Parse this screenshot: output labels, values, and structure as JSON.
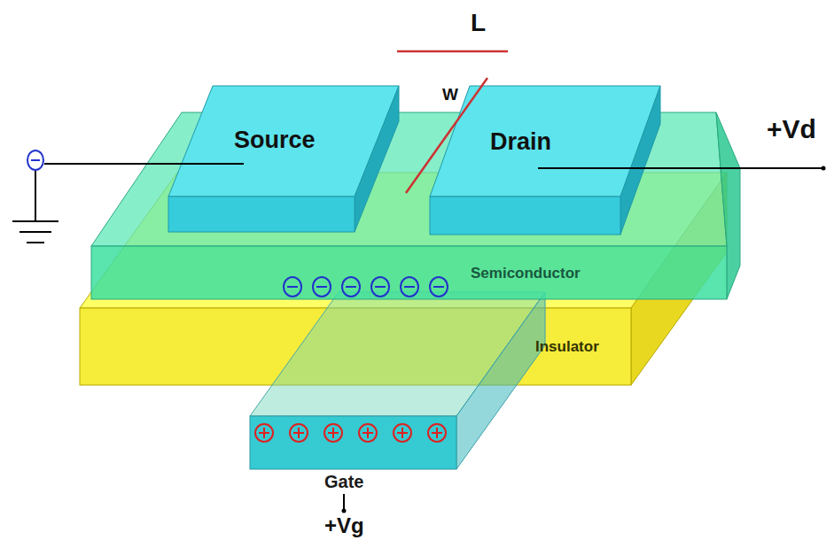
{
  "diagram": {
    "nodes": [
      {
        "text": [
          "Source"
        ]
      },
      {
        "text": [
          "Drain"
        ]
      },
      {
        "text": [
          "Semiconductor"
        ]
      },
      {
        "text": [
          "Insulator"
        ]
      },
      {
        "text": [
          "Gate"
        ]
      }
    ],
    "labels": [
      "L",
      "W",
      "+Vd",
      "+Vg"
    ]
  }
}
